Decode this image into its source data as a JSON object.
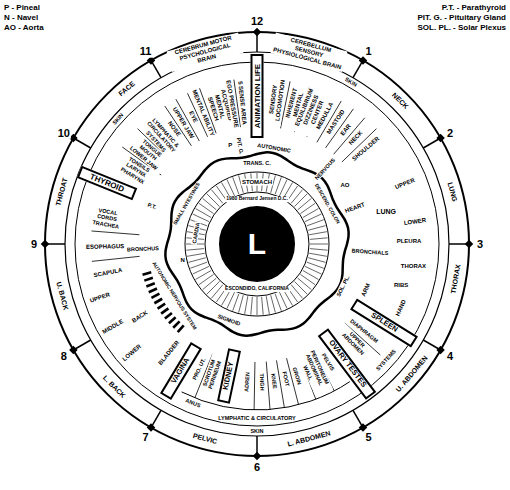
{
  "diagram": {
    "nodes": [
      {
        "text": [
          "ANIMATION LIFE"
        ]
      },
      {
        "text": [
          "THYROID"
        ]
      },
      {
        "text": [
          "SPLEEN"
        ]
      },
      {
        "text": [
          "OVARY TESTES"
        ]
      },
      {
        "text": [
          "KIDNEY"
        ]
      },
      {
        "text": [
          "VAGINA"
        ]
      },
      {
        "text": [
          "L"
        ]
      }
    ],
    "labels": [
      "P - Pineal",
      "N - Navel",
      "AO - Aorta",
      "P.T. - Parathyroid",
      "PIT. G. - Pituitary Gland",
      "SOL. PL. - Solar Plexus",
      "12",
      "1",
      "2",
      "3",
      "4",
      "5",
      "6",
      "7",
      "8",
      "9",
      "10",
      "11",
      "CEREBRUM MOTOR PSYCHOLOGICAL BRAIN",
      "CEREBELLUM SENSORY PHYSIOLOGICAL BRAIN",
      "NECK",
      "LUNG",
      "THORAX",
      "U. ABDOMEN",
      "L. ABDOMEN",
      "PELVIC",
      "L. BACK",
      "U. BACK",
      "THROAT",
      "FACE",
      "SKIN",
      "SKIN",
      "SKIN",
      "LYMPHATIC & CIRCULATORY",
      "SYSTEMS",
      "SENSORY LOCOMOTION",
      "INHERENT MENTAL",
      "EQUILIBRIUM DIZZINESS CENTER",
      "MEDULLA",
      "MASTOID",
      "EAR",
      "NECK",
      "SHOULDER",
      "LUNG",
      "UPPER",
      "LOWER",
      "BRONCHIALS",
      "PLEURA",
      "THORAX",
      "RIBS",
      "ARM",
      "HAND",
      "DIAPHRAGM",
      "UPPER ABDOMEN",
      "PELVIS",
      "PERITONEUM ABDOMINAL WALL",
      "GROIN",
      "FOOT",
      "KNEE",
      "THIGH",
      "ADREN",
      "SCROTUM PERINEUM",
      "PRO. UT.",
      "ANUS",
      "BLADDER",
      "LOWER",
      "MIDDLE",
      "UPPER",
      "BACK",
      "SCAPULA",
      "ESOPHAGUS",
      "VOCAL CORDS TRACHEA",
      "BRONCHUS",
      "P.T.",
      "TONSILS LARYNX PHARYNX",
      "TONGUE MOUTH LOWER JAW",
      "LYMPHATIC & CIRCULATORY SYSTEMS",
      "NOSE",
      "UPPER JAW",
      "EYE",
      "MENTAL ABILITY",
      "SPEECH",
      "ACQUIRED MENTAL",
      "EGO PRESSURE",
      "5 SENSE AREA",
      "P",
      "PIT. G.",
      "AUTONOMIC",
      "TRANS. C.",
      "STOMACH",
      "DESCEND. COLON",
      "NERVOUS",
      "AO",
      "HEART",
      "SOL. PL.",
      "SIGMOID",
      "SMALL INTESTINES",
      "N",
      "CARDIA",
      "AUTONOMIC NERVOUS SYSTEM",
      "1980 Bernard Jensen D.C.",
      "ESCONDIDO, CALIFORNIA"
    ]
  }
}
